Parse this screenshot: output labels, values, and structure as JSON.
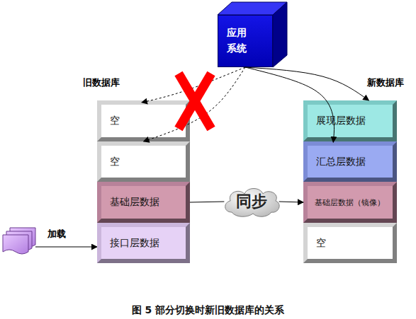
{
  "diagram": {
    "caption": "图 5 部分切换时新旧数据库的关系",
    "nodes": [
      {
        "text": [
          "应用 系统"
        ]
      },
      {
        "text": [
          "空"
        ]
      },
      {
        "text": [
          "空"
        ]
      },
      {
        "text": [
          "基础层数据"
        ]
      },
      {
        "text": [
          "接口层数据"
        ]
      },
      {
        "text": [
          "展现层数据"
        ]
      },
      {
        "text": [
          "汇总层数据"
        ]
      },
      {
        "text": [
          "基础层数据（镜像）"
        ]
      },
      {
        "text": [
          "空"
        ]
      },
      {
        "text": [
          "同步"
        ]
      }
    ],
    "edges": [
      {
        "from": 0,
        "to": 1,
        "arrow": "to"
      },
      {
        "from": 0,
        "to": 2,
        "arrow": "to"
      },
      {
        "from": 0,
        "to": 5,
        "arrow": "to"
      },
      {
        "from": 0,
        "to": 6,
        "arrow": "to"
      },
      {
        "from": 3,
        "to": 9,
        "arrow": "none"
      },
      {
        "from": 9,
        "to": 7,
        "arrow": "to"
      }
    ],
    "labels": [
      "旧数据库",
      "新数据库",
      "加载"
    ]
  }
}
